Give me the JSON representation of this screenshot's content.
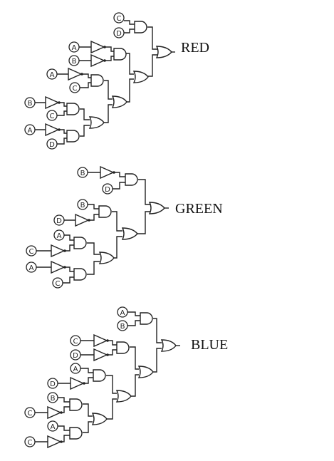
{
  "circuits": [
    {
      "output": "RED",
      "inputs": [
        "C",
        "D",
        "A",
        "B",
        "A",
        "C",
        "B",
        "C",
        "A",
        "D"
      ]
    },
    {
      "output": "GREEN",
      "inputs": [
        "B",
        "D",
        "B",
        "D",
        "A",
        "C",
        "A",
        "C"
      ]
    },
    {
      "output": "BLUE",
      "inputs": [
        "A",
        "B",
        "C",
        "D",
        "A",
        "D",
        "B",
        "C",
        "A",
        "C"
      ]
    }
  ]
}
